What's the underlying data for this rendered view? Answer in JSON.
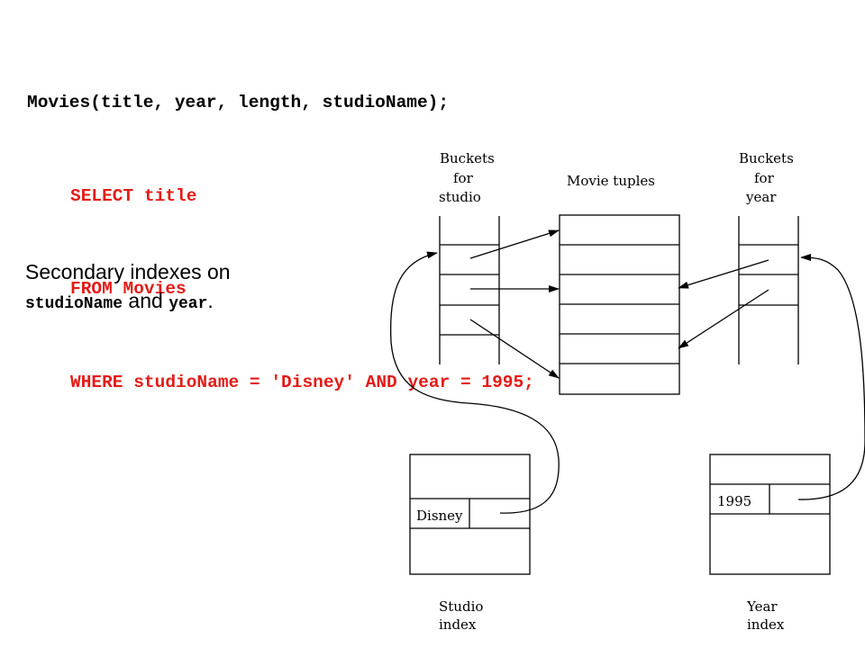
{
  "code": {
    "schema": "Movies(title, year, length, studioName);",
    "select": "SELECT title",
    "from": "FROM Movies",
    "where": "WHERE studioName = 'Disney' AND year = 1995;"
  },
  "caption": {
    "line1": "Secondary indexes on",
    "field1": "studioName",
    "joiner": " and ",
    "field2": "year",
    "end": "."
  },
  "diagram": {
    "buckets_studio": [
      "Buckets",
      "for",
      "studio"
    ],
    "movie_tuples": "Movie tuples",
    "buckets_year": [
      "Buckets",
      "for",
      "year"
    ],
    "studio_key": "Disney",
    "year_key": "1995",
    "studio_index": [
      "Studio",
      "index"
    ],
    "year_index": [
      "Year",
      "index"
    ]
  },
  "colors": {
    "sql": "#e41b17",
    "text": "#000000"
  }
}
